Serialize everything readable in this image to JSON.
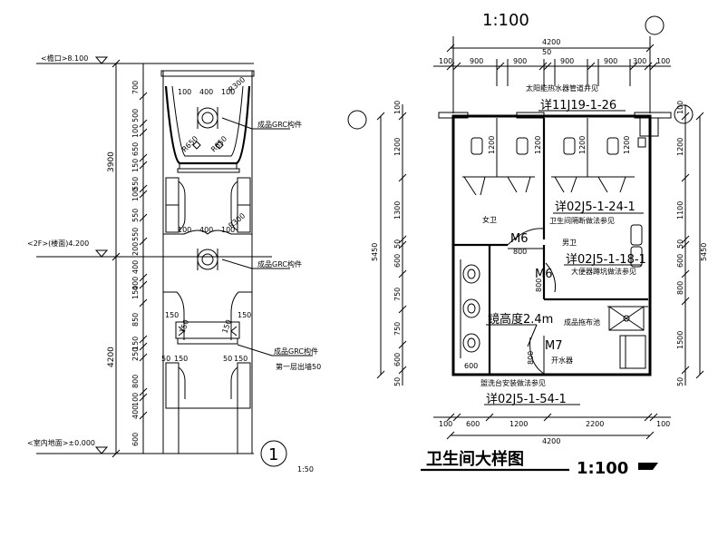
{
  "left_section": {
    "levels": {
      "eave": "<檐口>8.100",
      "floor2": "<2F>(楼面)4.200",
      "ground": "<室内地面>±0.000"
    },
    "outer_dims": [
      "3900",
      "4200"
    ],
    "inner_dims_upper": [
      "700",
      "500",
      "100",
      "650",
      "150",
      "550",
      "100",
      "550",
      "550",
      "200"
    ],
    "inner_dims_lower": [
      "400",
      "150",
      "400",
      "850",
      "150",
      "250",
      "800",
      "100",
      "400",
      "600"
    ],
    "top_widths": [
      "100",
      "400",
      "100"
    ],
    "mid_widths": [
      "100",
      "400",
      "100"
    ],
    "radii": [
      "R300",
      "R650",
      "R650",
      "R300"
    ],
    "side_widths": [
      "150",
      "150",
      "150",
      "150",
      "50",
      "150",
      "50",
      "150"
    ],
    "labels": {
      "grc_top": "成品GRC构件",
      "grc_mid": "成品GRC构件",
      "grc_lower": "成品GRC构件",
      "grc_lower_note": "第一层出墙50"
    },
    "detail_number": "1",
    "detail_scale": "1:50"
  },
  "right_plan": {
    "top_scale": "1:100",
    "overall_width": "4200",
    "top_dims": [
      "100",
      "900",
      "900",
      "50",
      "900",
      "900",
      "300",
      "100"
    ],
    "bottom_dims": [
      "100",
      "600",
      "1200",
      "2200",
      "100"
    ],
    "bottom_overall": "4200",
    "left_dims": [
      "100",
      "1200",
      "1300",
      "50",
      "600",
      "750",
      "750",
      "600",
      "50"
    ],
    "left_overall": "5450",
    "right_dims": [
      "100",
      "1200",
      "1100",
      "50",
      "600",
      "800",
      "1500",
      "50"
    ],
    "right_overall": "5450",
    "stall_dims": [
      "1200",
      "1200",
      "1200",
      "1200"
    ],
    "annotations": {
      "ref_top": "详11J19-1-26",
      "ref_top_note": "太阳能热水器管道井见",
      "ref_mid": "详02J5-1-24-1",
      "ref_mid_note": "卫生间隔断做法参见",
      "ref_right": "详02J5-1-18-1",
      "ref_right_note": "大便器蹲坑做法参见",
      "ref_bottom": "详02J5-1-54-1",
      "ref_bottom_note": "盥洗台安装做法参见",
      "female": "女卫",
      "male": "男卫",
      "door_m6a": "M6",
      "door_m6b": "M6",
      "door_m7": "M7",
      "dim_800a": "800",
      "dim_800b": "800",
      "mirror": "镜高度2.4m",
      "tool_room": "成品拖布池",
      "shower": "开水器",
      "basin_dim": "600",
      "door_dim": "800"
    },
    "title": "卫生间大样图",
    "title_scale": "1:100"
  }
}
